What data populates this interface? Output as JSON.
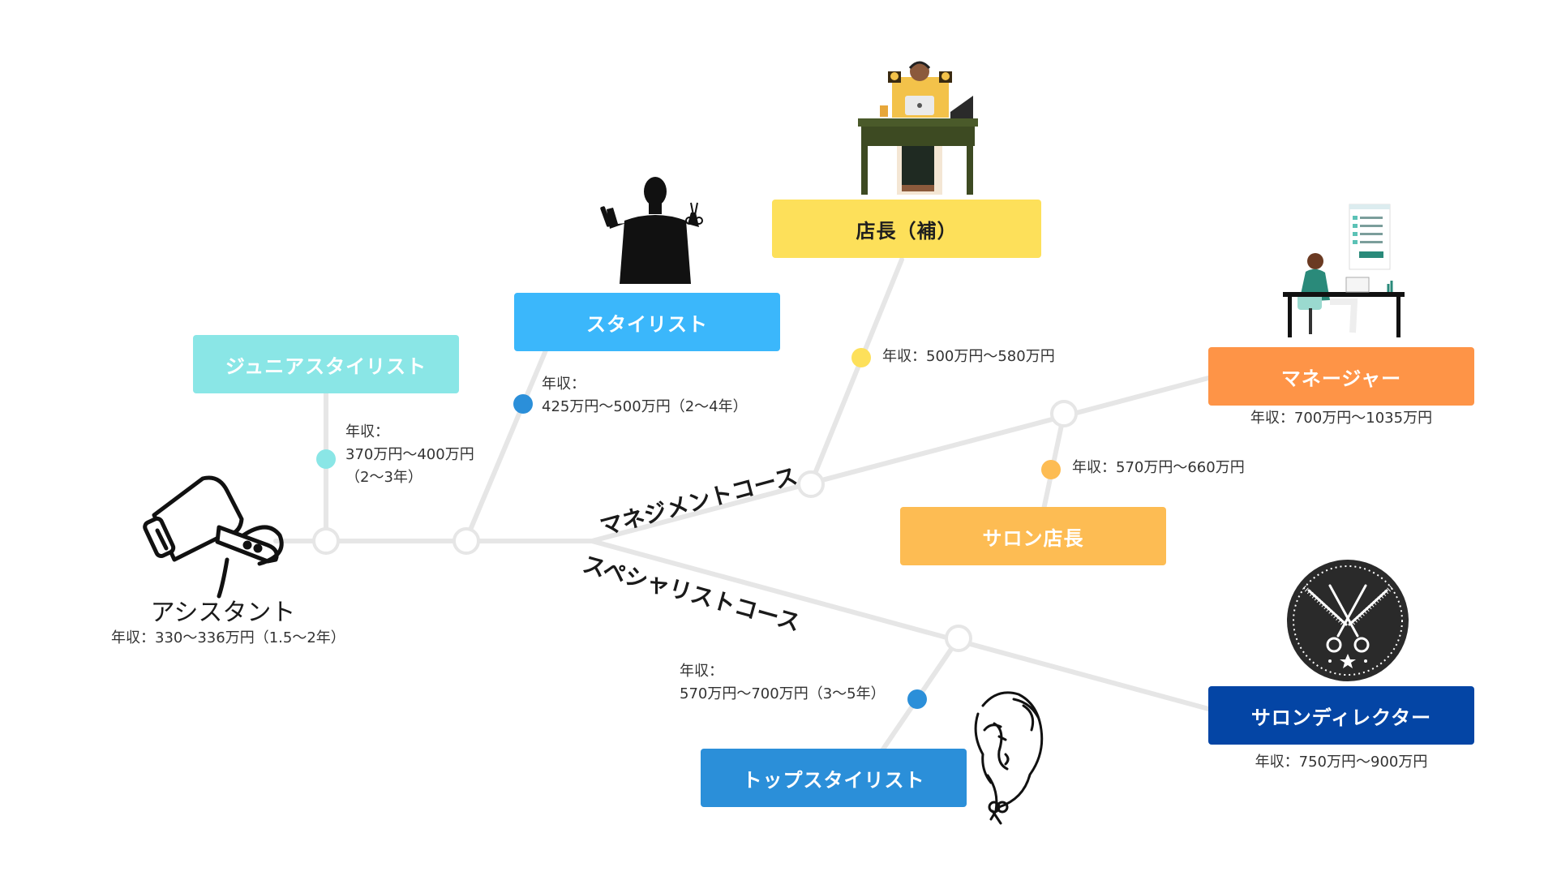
{
  "colors": {
    "line": "#e6e6e6",
    "junior": "#8ae6e6",
    "stylist": "#3bb7fb",
    "subManager": "#fde05a",
    "manager": "#fe9447",
    "salonManager": "#fdbc53",
    "director": "#0445a5",
    "topStylist": "#2b8fd9",
    "dotJunior": "#8ae6e6",
    "dotBlue": "#2b8fd9",
    "dotYellow": "#fde05a",
    "dotOrange": "#fdbc53"
  },
  "icons": {
    "assistant": "hair-dryer-icon",
    "stylist": "stylist-silhouette-icon",
    "subManager": "shop-desk-person-icon",
    "manager": "office-desk-person-icon",
    "director": "crossed-scissors-comb-badge-icon",
    "topStylist": "woman-hair-scissors-icon"
  },
  "courses": {
    "management": "マネジメントコース",
    "specialist": "スペシャリストコース"
  },
  "positions": {
    "assistant": {
      "title": "アシスタント",
      "salary": "年収：330〜336万円（1.5〜2年）"
    },
    "junior": {
      "title": "ジュニアスタイリスト",
      "salary_line1": "年収：",
      "salary_line2": "370万円〜400万円",
      "salary_line3": "（2〜3年）"
    },
    "stylist": {
      "title": "スタイリスト",
      "salary_line1": "年収：",
      "salary_line2": "425万円〜500万円（2〜4年）"
    },
    "subManager": {
      "title": "店長（補）",
      "salary": "年収：500万円〜580万円"
    },
    "manager": {
      "title": "マネージャー",
      "salary": "年収：700万円〜1035万円"
    },
    "salonManager": {
      "title": "サロン店長",
      "salary": "年収：570万円〜660万円"
    },
    "director": {
      "title": "サロンディレクター",
      "salary": "年収：750万円〜900万円"
    },
    "topStylist": {
      "title": "トップスタイリスト",
      "salary_line1": "年収：",
      "salary_line2": "570万円〜700万円（3〜5年）"
    }
  }
}
